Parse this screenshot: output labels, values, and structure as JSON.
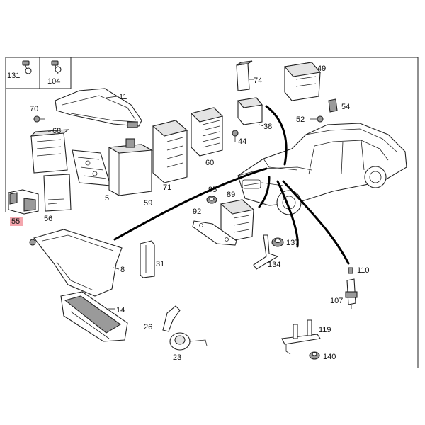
{
  "colors": {
    "highlight": "#f4a6ad",
    "line": "#222222",
    "background": "#ffffff"
  },
  "labels": {
    "p131": "131",
    "p104": "104",
    "p11": "11",
    "p70": "70",
    "p68": "68",
    "p74": "74",
    "p49": "49",
    "p54": "54",
    "p52": "52",
    "p38": "38",
    "p44": "44",
    "p60": "60",
    "p71": "71",
    "p59": "59",
    "p5": "5",
    "p56": "56",
    "p55": "55",
    "p95": "95",
    "p89": "89",
    "p92": "92",
    "p137": "137",
    "p134": "134",
    "p8": "8",
    "p31": "31",
    "p110": "110",
    "p107": "107",
    "p14": "14",
    "p26": "26",
    "p23": "23",
    "p119": "119",
    "p140": "140"
  }
}
